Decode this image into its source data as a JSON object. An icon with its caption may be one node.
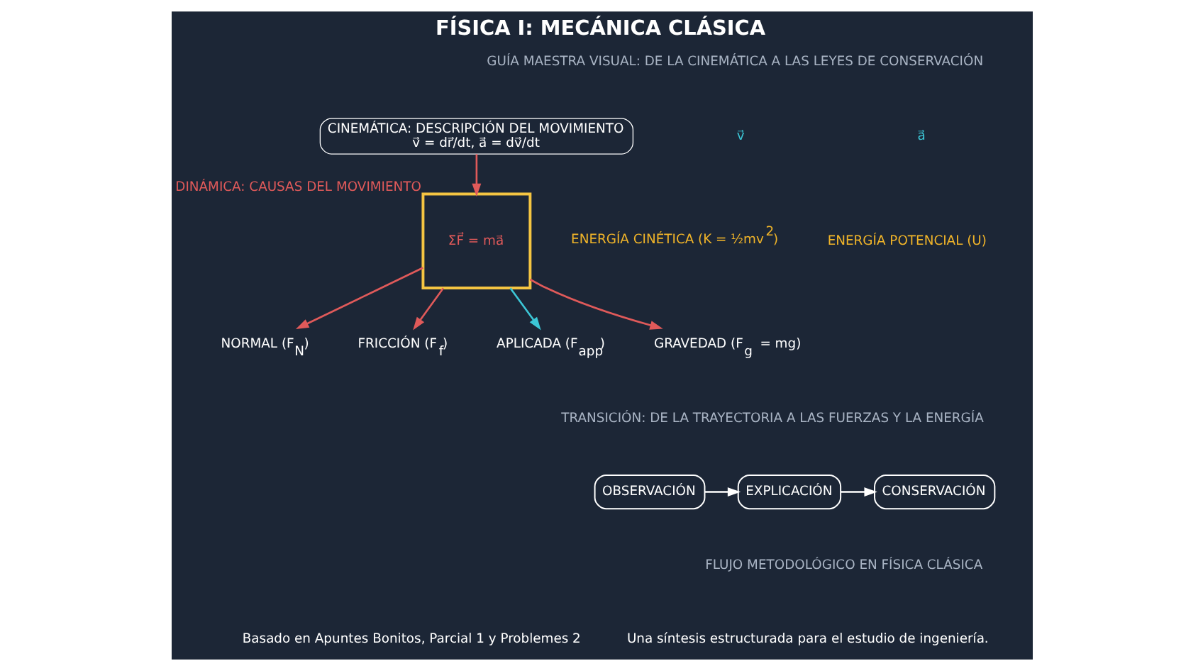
{
  "diagram": {
    "title": "FÍSICA I: MECÁNICA CLÁSICA",
    "nodes": [
      {
        "text": [
          "ΣF⃗ = ma⃗"
        ],
        "beside": [
          "DINÁMICA: CAUSAS DEL MOVIMIENTO"
        ]
      },
      {
        "text": [
          "NORMAL (F$_{N}$)"
        ]
      },
      {
        "text": [
          "FRICCIÓN (F$_{f}$)"
        ]
      },
      {
        "text": [
          "APLICADA (F$_{app}$)"
        ]
      },
      {
        "text": [
          "GRAVEDAD (F$_{g}$ = mg)"
        ]
      },
      {
        "text": [
          "CINEMÁTICA: DESCRIPCIÓN DEL MOVIMIENTO",
          "v⃗ = dr⃗/dt, a⃗ = dv⃗/dt"
        ]
      },
      {
        "text": [
          "OBSERVACIÓN"
        ]
      },
      {
        "text": [
          "EXPLICACIÓN"
        ]
      },
      {
        "text": [
          "CONSERVACIÓN"
        ]
      }
    ],
    "edges": [
      {
        "from": 5,
        "to": 0,
        "arrow": "to"
      },
      {
        "from": 0,
        "to": 1,
        "arrow": "to"
      },
      {
        "from": 0,
        "to": 2,
        "arrow": "to"
      },
      {
        "from": 0,
        "to": 3,
        "arrow": "to",
        "color": "#3cc6d6"
      },
      {
        "from": 0,
        "to": 4,
        "arrow": "to"
      },
      {
        "from": 6,
        "to": 7,
        "arrow": "to",
        "color": "#ffffff"
      },
      {
        "from": 7,
        "to": 8,
        "arrow": "to",
        "color": "#ffffff"
      }
    ],
    "labels": [
      "GUÍA MAESTRA VISUAL: DE LA CINEMÁTICA A LAS LEYES DE CONSERVACIÓN",
      "v⃗",
      "a⃗",
      "ENERGÍA CINÉTICA (K = ½mv$^{2}$)",
      "ENERGÍA POTENCIAL (U)",
      "TRANSICIÓN: DE LA TRAYECTORIA A LAS FUERZAS Y LA ENERGÍA",
      "FLUJO METODOLÓGICO EN FÍSICA CLÁSICA",
      "Basado en Apuntes Bonitos, Parcial 1 y Problemes 2",
      "Una síntesis estructurada para el estudio de ingeniería."
    ]
  }
}
